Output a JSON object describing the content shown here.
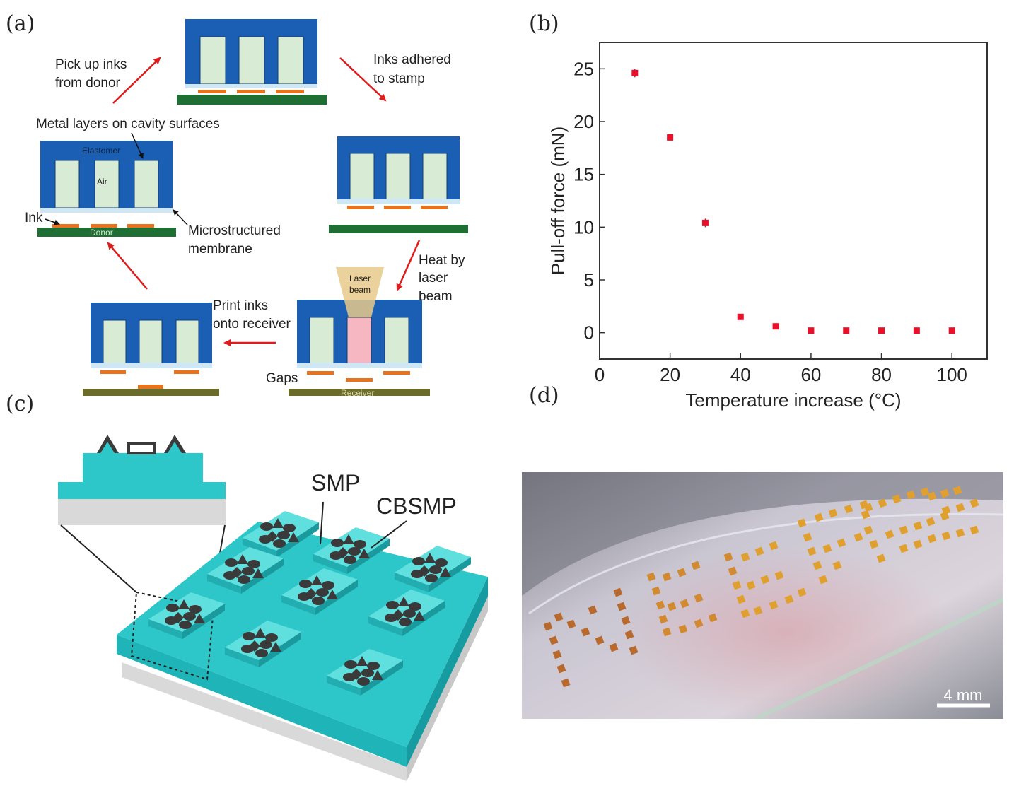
{
  "panels": {
    "a": {
      "label": "(a)",
      "texts": {
        "pick_up_1": "Pick up inks",
        "pick_up_2": "from donor",
        "adhered_1": "Inks adhered",
        "adhered_2": "to stamp",
        "metal_layers": "Metal layers on cavity surfaces",
        "elastomer": "Elastomer",
        "air": "Air",
        "ink": "Ink",
        "donor": "Donor",
        "membrane_1": "Microstructured",
        "membrane_2": "membrane",
        "heat_1": "Heat by",
        "heat_2": "laser",
        "heat_3": "beam",
        "laser_1": "Laser",
        "laser_2": "beam",
        "print_1": "Print inks",
        "print_2": "onto receiver",
        "gaps": "Gaps",
        "receiver": "Receiver"
      },
      "colors": {
        "stamp": "#1a5fb4",
        "cavity": "#d8ecd5",
        "ink": "#e8731f",
        "donor": "#1f6e33",
        "receiver": "#6b6b2a",
        "arrow": "#e01b1b",
        "laser": "#e8c98a",
        "heated": "#f6b6c2"
      }
    },
    "b": {
      "label": "(b)"
    },
    "c": {
      "label": "(c)",
      "texts": {
        "smp": "SMP",
        "cbsmp": "CBSMP"
      },
      "colors": {
        "cyan": "#2ec7c9",
        "dark": "#3a3a3a",
        "base": "#d9d9d9"
      }
    },
    "d": {
      "label": "(d)",
      "scale_bar": "4 mm",
      "colors": {
        "ink": "#e0a030",
        "background": "#c9c6d2"
      }
    }
  },
  "chart_data": {
    "type": "scatter",
    "xlabel": "Temperature increase (°C)",
    "ylabel": "Pull-off force (mN)",
    "xlim": [
      0,
      110
    ],
    "ylim": [
      -2.5,
      27.5
    ],
    "xticks": [
      "0",
      "20",
      "40",
      "60",
      "80",
      "100"
    ],
    "yticks": [
      "0",
      "5",
      "10",
      "15",
      "20",
      "25"
    ],
    "grid": false,
    "x": [
      10,
      20,
      30,
      40,
      50,
      60,
      70,
      80,
      90,
      100
    ],
    "y": [
      24.6,
      18.5,
      10.4,
      1.5,
      0.6,
      0.2,
      0.2,
      0.2,
      0.2,
      0.2
    ],
    "error": [
      0.4,
      0.2,
      0.4,
      0.2,
      0.1,
      0.1,
      0.1,
      0.1,
      0.1,
      0.1
    ],
    "marker_color": "#e8102a"
  }
}
